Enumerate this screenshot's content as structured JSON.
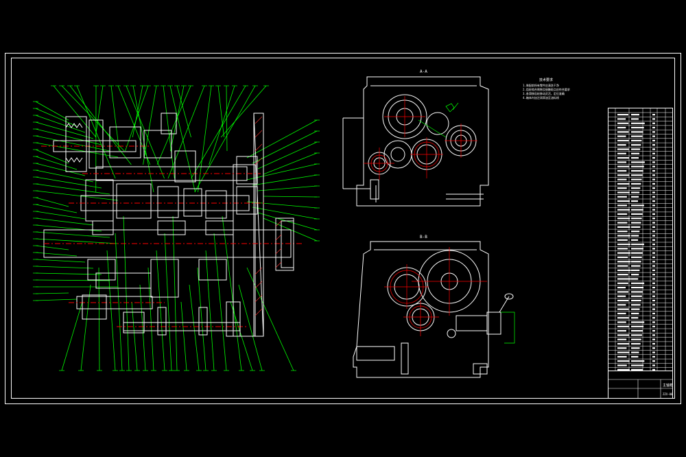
{
  "drawing": {
    "section_top_label": "A-A",
    "section_bottom_label": "B-B",
    "tech_title": "技术要求",
    "tech_lines": [
      "1.装配前所有零件应清洗干净",
      "2.齿轮啮合侧隙及接触斑点应符合要求",
      "3.各滑移齿轮移动灵活，定位准确",
      "4.箱体内加注润滑油至油标线"
    ],
    "title_block": {
      "name": "主轴箱",
      "code": "ZZX-00"
    }
  },
  "colors": {
    "background": "#000000",
    "frame": "#ffffff",
    "leader": "#00ff00",
    "centerline": "#ff0000",
    "text": "#ffffff"
  }
}
